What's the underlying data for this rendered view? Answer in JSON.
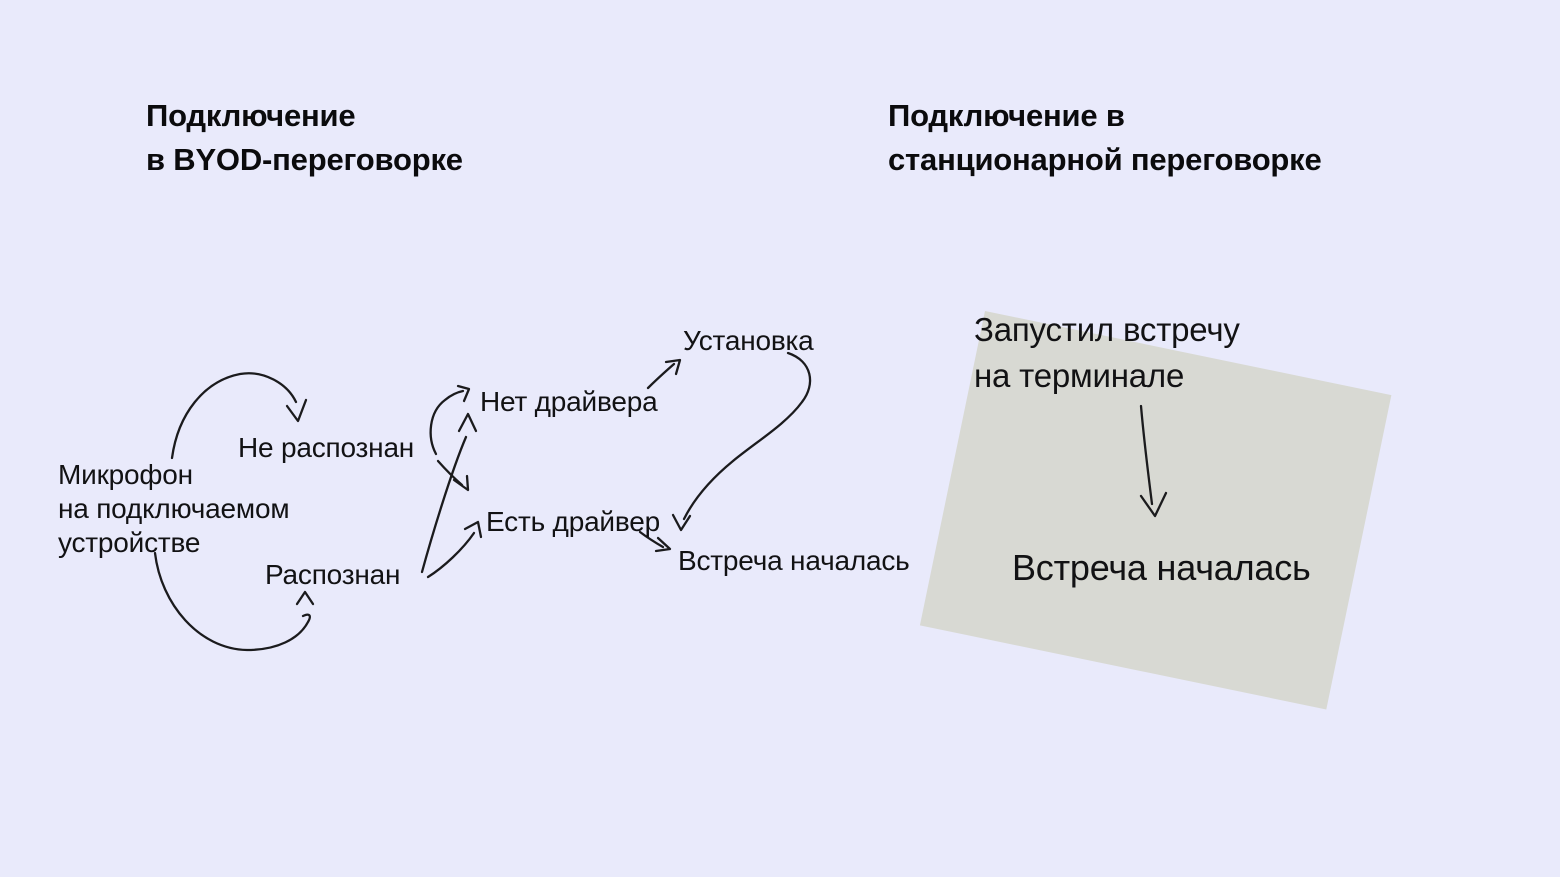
{
  "page": {
    "background_color": "#e9eafb",
    "ink_color": "#1b1b1d"
  },
  "byod": {
    "title": {
      "line1": "Подключение",
      "line2": "в BYOD-переговорке"
    },
    "nodes": {
      "microphone": {
        "line1": "Микрофон",
        "line2": "на подключаемом",
        "line3": "устройстве"
      },
      "not_recognized": {
        "label": "Не распознан"
      },
      "recognized": {
        "label": "Распознан"
      },
      "no_driver": {
        "label": "Нет драйвера"
      },
      "has_driver": {
        "label": "Есть драйвер"
      },
      "installation": {
        "label": "Установка"
      },
      "meeting_started": {
        "label": "Встреча началась"
      }
    },
    "edges": [
      "microphone -> not_recognized",
      "microphone -> recognized",
      "not_recognized -> no_driver",
      "not_recognized -> has_driver",
      "recognized -> no_driver",
      "recognized -> has_driver",
      "no_driver -> installation",
      "installation -> meeting_started",
      "has_driver -> meeting_started"
    ]
  },
  "stationary": {
    "title": {
      "line1": "Подключение в",
      "line2": "станционарной переговорке"
    },
    "card": {
      "color": "#d8d9d3"
    },
    "nodes": {
      "launched_on_terminal": {
        "line1": "Запустил встречу",
        "line2": "на терминале"
      },
      "meeting_started": {
        "label": "Встреча началась"
      }
    },
    "edges": [
      "launched_on_terminal -> meeting_started"
    ]
  }
}
